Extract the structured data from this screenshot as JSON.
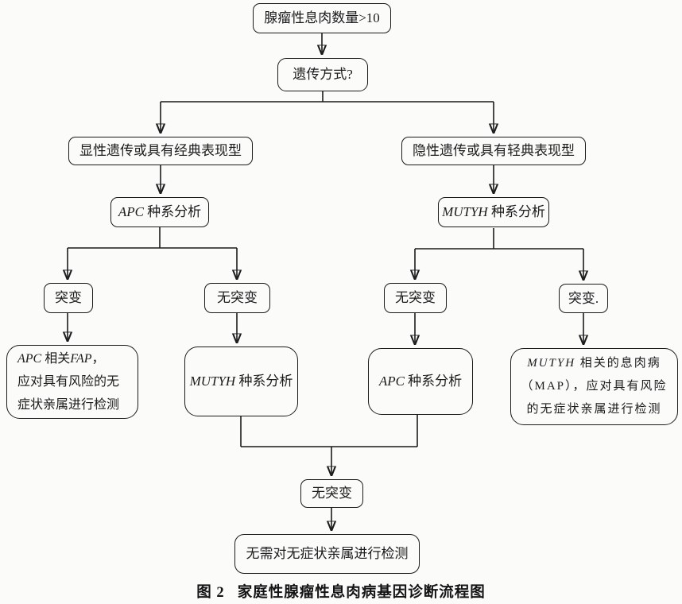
{
  "nodes": {
    "polyp_count": {
      "label": "腺瘤性息肉数量>10"
    },
    "inheritance": {
      "label": "遗传方式?"
    },
    "dominant": {
      "label": "显性遗传或具有经典表现型"
    },
    "recessive": {
      "label": "隐性遗传或具有轻典表现型"
    },
    "apc_analysis_top": {
      "gene": "APC",
      "rest": " 种系分析"
    },
    "mutyh_analysis_top": {
      "gene": "MUTYH",
      "rest": " 种系分析"
    },
    "mutation_left": {
      "label": "突变"
    },
    "no_mutation_left": {
      "label": "无突变"
    },
    "no_mutation_right": {
      "label": "无突变"
    },
    "mutation_right": {
      "label": "突变."
    },
    "fap_result": {
      "l1_gene1": "APC",
      "l1_mid": " 相关",
      "l1_gene2": "FAP",
      "l1_tail": "，",
      "l2": "应对具有风险的无",
      "l3": "症状亲属进行检测"
    },
    "mutyh_analysis_mid": {
      "gene": "MUTYH",
      "rest": " 种系分析"
    },
    "apc_analysis_mid": {
      "gene": "APC",
      "rest": " 种系分析"
    },
    "map_result": {
      "l1_gene": "MUTYH",
      "l1_rest": " 相关的息肉病",
      "l2": "（MAP），应对具有风险",
      "l3": "的无症状亲属进行检测"
    },
    "no_mutation_final": {
      "label": "无突变"
    },
    "no_testing": {
      "label": "无需对无症状亲属进行检测"
    }
  },
  "caption": {
    "figure": "图 2",
    "title": "家庭性腺瘤性息肉病基因诊断流程图"
  },
  "colors": {
    "background": "#fbfbfa",
    "line": "#1b1b1b",
    "text": "#1b1b1b"
  }
}
